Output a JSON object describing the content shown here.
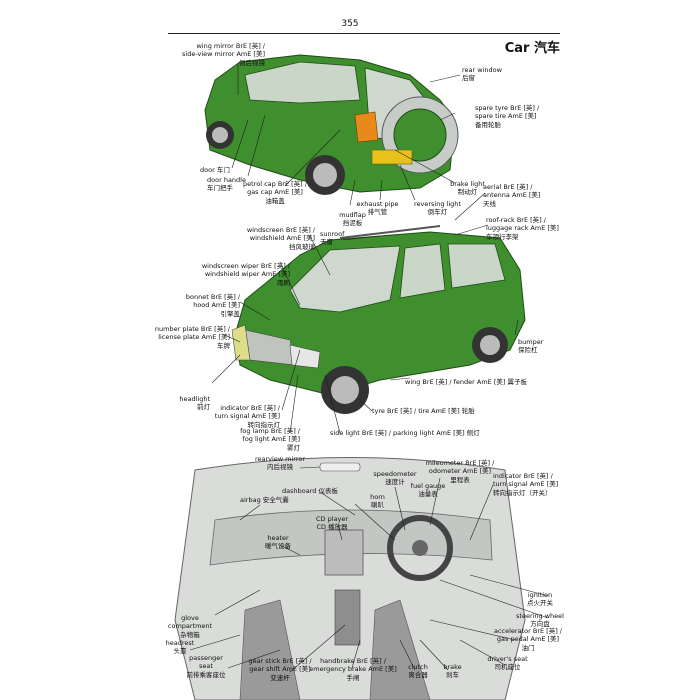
{
  "page_number": "355",
  "title": "Car 汽车",
  "labels": {
    "wing_mirror": "wing mirror BrE [英] /\nside-view mirror AmE [美]\n倒后视镜",
    "rear_window": "rear window\n后窗",
    "spare_tyre": "spare tyre BrE [英] /\nspare tire AmE [美]\n备用轮胎",
    "door": "door 车门",
    "door_handle": "door handle\n车门把手",
    "petrol_cap": "petrol cap BrE [英] /\ngas cap AmE [美]\n油箱盖",
    "brake_light": "brake light\n制动灯",
    "exhaust_pipe": "exhaust pipe\n排气管",
    "reversing_light": "reversing light\n倒车灯",
    "mudflap": "mudflap\n挡泥板",
    "aerial": "aerial BrE [英] /\nantenna AmE [美]\n天线",
    "roof_rack": "roof-rack BrE [英] /\nluggage rack AmE [美]\n车顶行李架",
    "windscreen": "windscreen BrE [英] /\nwindshield AmE [美]\n挡风玻璃",
    "sunroof": "sunroof\n天窗",
    "wiper": "windscreen wiper BrE [英] /\nwindshield wiper AmE [美]\n雨刷",
    "bonnet": "bonnet BrE [英] /\nhood AmE [美]\n引擎盖",
    "number_plate": "number plate BrE [英] /\nlicense plate AmE [美]\n车牌",
    "bumper": "bumper\n保险杠",
    "wing": "wing BrE [英] / fender AmE [美] 翼子板",
    "headlight": "headlight\n前灯",
    "indicator_front": "indicator BrE [英] /\nturn signal AmE [美]\n转向指示灯",
    "fog_lamp": "fog lamp BrE [英] /\nfog light AmE [美]\n雾灯",
    "tyre": "tyre BrE [英] / tire AmE [美] 轮胎",
    "side_light": "side light BrE [英] / parking light AmE [美] 侧灯",
    "rearview_mirror": "rearview mirror\n内后视镜",
    "airbag": "airbag 安全气囊",
    "dashboard": "dashboard 仪表板",
    "speedometer": "speedometer\n速度计",
    "fuel_gauge": "fuel gauge\n油量表",
    "horn": "horn\n喇叭",
    "mileometer": "mileometer BrE [英] /\nodometer AmE [美]\n里程表",
    "indicator_inside": "indicator BrE [英] /\nturn signal AmE [美]\n转向指示灯（开关）",
    "cd_player": "CD player\nCD 播放器",
    "heater": "heater\n暖气设备",
    "ignition": "ignition\n点火开关",
    "steering_wheel": "steering wheel\n方向盘",
    "accelerator": "accelerator BrE [英] /\ngas pedal AmE [美]\n油门",
    "glove_compartment": "glove\ncompartment\n杂物箱",
    "headrest": "headrest\n头靠",
    "passenger_seat": "passenger\nseat\n前排乘客座位",
    "gear_stick": "gear stick BrE [英] /\ngear shift AmE [美]\n变速杆",
    "handbrake": "handbrake BrE [英] /\nemergency brake AmE [美]\n手闸",
    "clutch": "clutch\n离合器",
    "brake": "brake\n刹车",
    "drivers_seat": "driver's seat\n司机座位"
  },
  "colors": {
    "car_green": "#3f8f2e",
    "car_dark": "#2a6a1f",
    "glass": "#c9d6c8",
    "interior": "#d9dcd9"
  }
}
